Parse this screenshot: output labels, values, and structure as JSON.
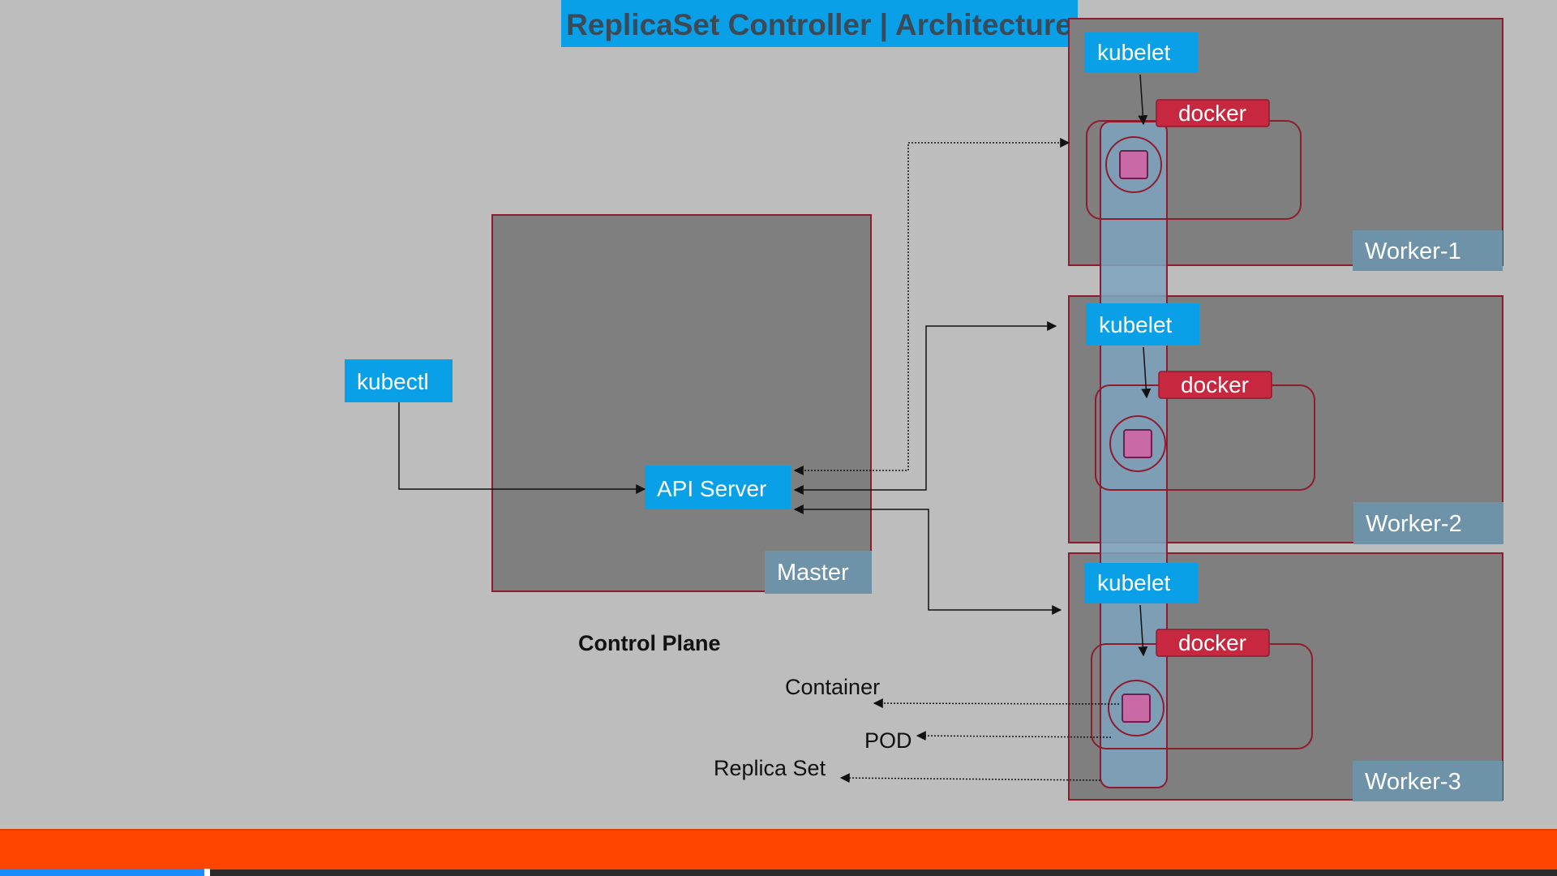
{
  "title": "ReplicaSet Controller | Architecture",
  "master": {
    "kubectl_label": "kubectl",
    "api_server_label": "API Server",
    "node_label": "Master",
    "caption": "Control Plane"
  },
  "workers": [
    {
      "kubelet": "kubelet",
      "docker": "docker",
      "name": "Worker-1"
    },
    {
      "kubelet": "kubelet",
      "docker": "docker",
      "name": "Worker-2"
    },
    {
      "kubelet": "kubelet",
      "docker": "docker",
      "name": "Worker-3"
    }
  ],
  "legend": {
    "container": "Container",
    "pod": "POD",
    "replica_set": "Replica Set"
  },
  "video": {
    "progress_fraction": 0.133
  },
  "colors": {
    "background": "#bdbdbd",
    "node_fill": "#7f7f7f",
    "node_border": "#8e1c2e",
    "label_blue": "#0aa0e8",
    "docker_red": "#c8283f",
    "node_name_tag": "#6e93a8",
    "replica_strip": "#6f93ad",
    "container": "#c86aa6",
    "footer_orange": "#ff4500"
  }
}
